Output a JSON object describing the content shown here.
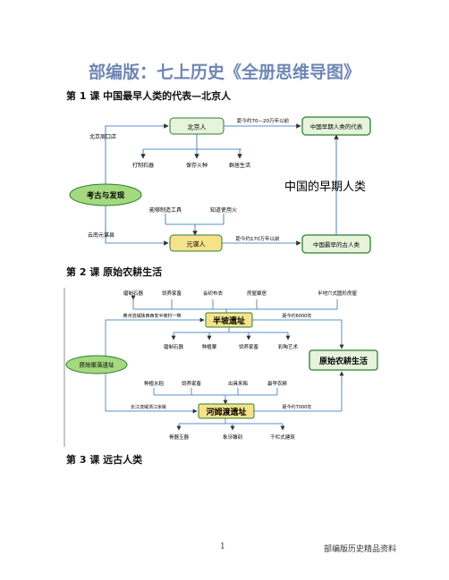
{
  "title": "部编版：七上历史《全册思维导图》",
  "lesson1": {
    "heading": "第 1 课  中国最早人类的代表—北京人",
    "node_peking": "北京人",
    "node_early_rep": "中国早期人类的代表",
    "edge_peking": "距今约70—20万年以前",
    "node_zhoukoudian": "北京周口店",
    "leaf_stone": "打制石器",
    "leaf_fire": "保存火种",
    "leaf_group": "群居生活",
    "oval": "考古与发现",
    "big_title": "中国的早期人类",
    "leaf_tools": "能够制造工具",
    "leaf_usefire": "知道使用火",
    "node_yuanmou_place": "云南元谋县",
    "node_yuanmou": "元谋人",
    "edge_yuanmou": "距今约170万年以前",
    "node_earliest": "中国最早的古人类"
  },
  "lesson2": {
    "heading": "第 2 课   原始农耕生活",
    "top_leaves": [
      "磨制石器",
      "饲养家畜",
      "会织布衣",
      "房屋聚居",
      "半地穴式圆形房屋"
    ],
    "node_banpo": "半坡遗址",
    "edge_banpo_left": "黄河流域陕西西安半坡村一带",
    "edge_banpo_right": "距今约6000年",
    "oval": "原始聚落遗址",
    "right_title": "原始农耕生活",
    "mid_leaves": [
      "磨制石器",
      "种植粟",
      "饲养家畜",
      "彩陶艺术"
    ],
    "upper_leaves": [
      "种植水稻",
      "饲养家畜",
      "出具来耜",
      "最早农耕"
    ],
    "node_hemudu": "河姆渡遗址",
    "edge_hemudu_left": "长江流域浙江余姚",
    "edge_hemudu_right": "距今约7000年",
    "bottom_leaves": [
      "骨器玉器",
      "象牙雕刻",
      "干栏式建筑"
    ]
  },
  "lesson3": {
    "heading": "第 3 课   远古人类"
  },
  "footer": {
    "page_num": "1",
    "source": "部编版历史精品资料"
  },
  "colors": {
    "title": "#6f86b4",
    "box_border": "#2f7d32",
    "box_fill": "#e6f4dc",
    "oval_fill": "#a5d97f",
    "yellow_fill": "#f5e28a",
    "line": "#5b8fc9"
  }
}
